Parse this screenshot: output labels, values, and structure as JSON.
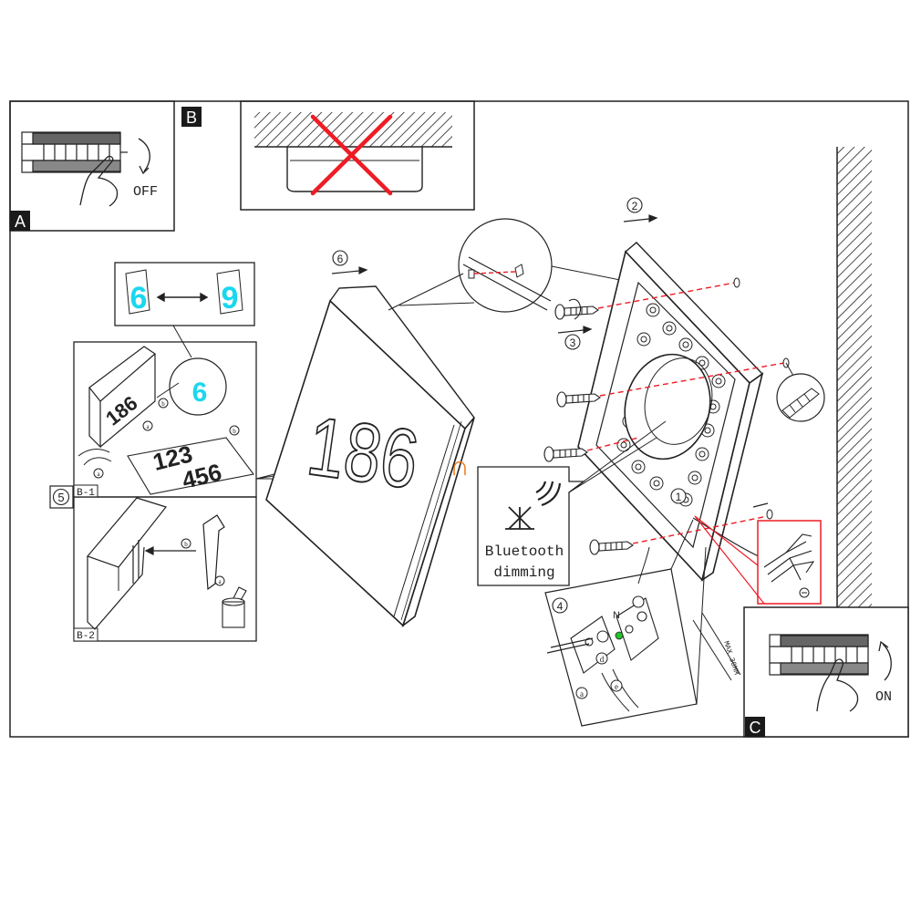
{
  "panels": {
    "a": {
      "badge": "A",
      "label": "OFF"
    },
    "b": {
      "badge": "B"
    },
    "c": {
      "badge": "C",
      "label": "ON"
    }
  },
  "steps": {
    "s1": "1",
    "s2": "2",
    "s3": "3",
    "s4": "4",
    "s5": "5",
    "s6": "6"
  },
  "sub_labels": {
    "b1": "B-1",
    "b2": "B-2",
    "a": "a",
    "b": "b",
    "d": "d",
    "e": "e",
    "n": "N"
  },
  "house_number": {
    "digits": "186",
    "swap_from": "6",
    "swap_to": "9",
    "sheet_row1": "123",
    "sheet_row2": "456",
    "small_number": "186"
  },
  "bluetooth": {
    "line1": "Bluetooth",
    "line2": "dimming"
  },
  "cable_note": "MAX 30MM",
  "colors": {
    "line": "#1a1a1a",
    "cross": "#ee1c25",
    "cyan": "#1ad7ee",
    "orange": "#f07a1a",
    "green": "#22c42a"
  }
}
